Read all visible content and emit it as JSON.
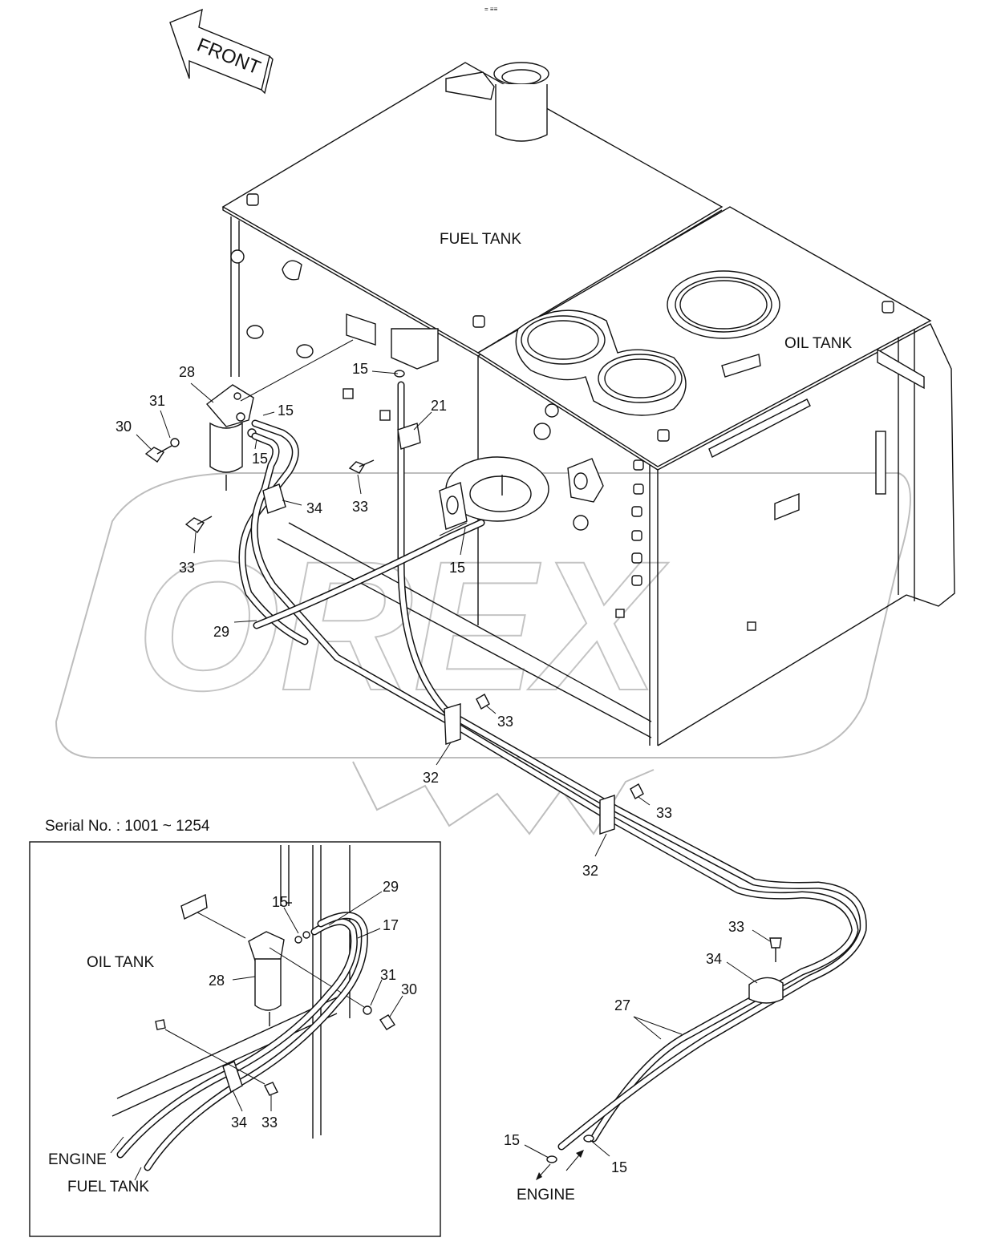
{
  "header": {
    "corner_mark": "= ≡≡"
  },
  "front_arrow": {
    "label": "FRONT"
  },
  "watermark": {
    "text": "OREX"
  },
  "areas": {
    "fuel_tank": "FUEL TANK",
    "oil_tank": "OIL TANK",
    "engine": "ENGINE"
  },
  "callouts": {
    "c15_top": "15",
    "c28": "28",
    "c31": "31",
    "c30": "30",
    "c15_filter_a": "15",
    "c15_filter_b": "15",
    "c21": "21",
    "c34_main": "34",
    "c33_left": "33",
    "c33_mid": "33",
    "c15_mid": "15",
    "c29": "29",
    "c33_clamp1": "33",
    "c32_a": "32",
    "c33_clamp2": "33",
    "c32_b": "32",
    "c33_right": "33",
    "c34_right": "34",
    "c27": "27",
    "c15_bottom_left": "15",
    "c15_bottom_right": "15"
  },
  "inset": {
    "serial": "Serial No. : 1001 ~ 1254",
    "oil_tank": "OIL TANK",
    "engine": "ENGINE",
    "fuel_tank": "FUEL TANK",
    "callouts": {
      "c15": "15",
      "c29": "29",
      "c17": "17",
      "c28": "28",
      "c31": "31",
      "c30": "30",
      "c34": "34",
      "c33": "33"
    }
  }
}
